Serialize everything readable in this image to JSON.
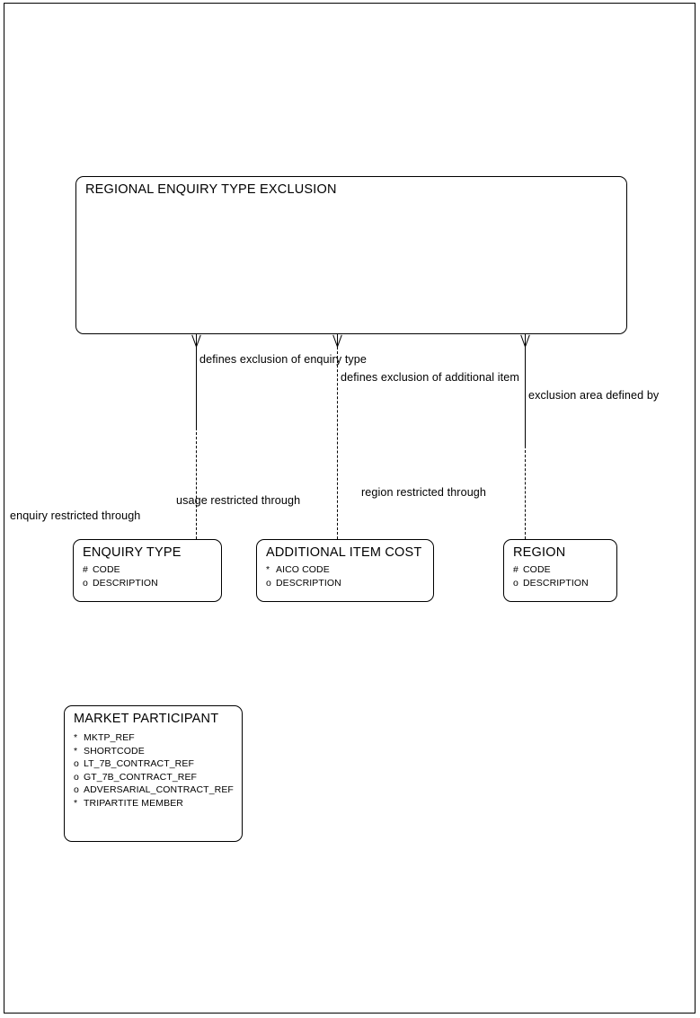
{
  "diagram": {
    "title": "REGIONAL ENQUIRY TYPE EXCLUSION",
    "entities": [
      {
        "name": "REGIONAL ENQUIRY TYPE EXCLUSION",
        "attributes": []
      },
      {
        "name": "ENQUIRY TYPE",
        "attributes": [
          {
            "marker": "#",
            "label": "CODE"
          },
          {
            "marker": "o",
            "label": "DESCRIPTION"
          }
        ]
      },
      {
        "name": "ADDITIONAL ITEM COST",
        "attributes": [
          {
            "marker": "*",
            "label": "AICO CODE"
          },
          {
            "marker": "o",
            "label": "DESCRIPTION"
          }
        ]
      },
      {
        "name": "REGION",
        "attributes": [
          {
            "marker": "#",
            "label": "CODE"
          },
          {
            "marker": "o",
            "label": "DESCRIPTION"
          }
        ]
      },
      {
        "name": "MARKET PARTICIPANT",
        "attributes": [
          {
            "marker": "*",
            "label": "MKTP_REF"
          },
          {
            "marker": "*",
            "label": "SHORTCODE"
          },
          {
            "marker": "o",
            "label": "LT_7B_CONTRACT_REF"
          },
          {
            "marker": "o",
            "label": "GT_7B_CONTRACT_REF"
          },
          {
            "marker": "o",
            "label": "ADVERSARIAL_CONTRACT_REF"
          },
          {
            "marker": "*",
            "label": "TRIPARTITE MEMBER"
          }
        ]
      }
    ],
    "relationships": [
      {
        "from_label": "defines exclusion of enquiry type",
        "to_label": "enquiry restricted through"
      },
      {
        "from_label": "defines exclusion of additional item",
        "to_label": "usage restricted through"
      },
      {
        "from_label": "exclusion area defined by",
        "to_label": "region restricted through"
      }
    ]
  }
}
